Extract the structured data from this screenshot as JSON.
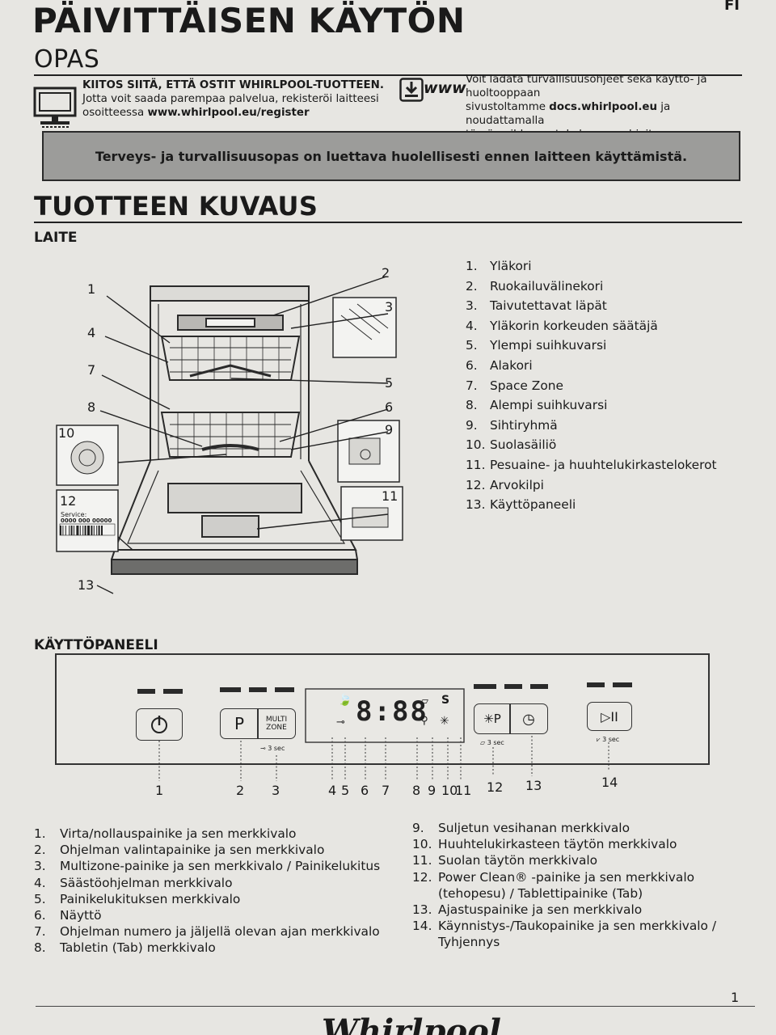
{
  "header": {
    "lang": "FI",
    "title": "PÄIVITTÄISEN KÄYTÖN",
    "subtitle": "OPAS"
  },
  "intro": {
    "thanks_line1": "KIITOS SIITÄ, ETTÄ OSTIT WHIRLPOOL-TUOTTEEN.",
    "thanks_line2": "Jotta voit saada parempaa palvelua, rekisteröi laitteesi",
    "thanks_line3_prefix": "osoitteessa ",
    "thanks_link": "www.whirlpool.eu/register",
    "www_icon_label": "www",
    "download_line1": "Voit ladata turvallisuusohjeet sekä käyttö- ja huoltooppaan",
    "download_line2_prefix": "sivustoltamme ",
    "download_link": "docs.whirlpool.eu",
    "download_line2_suffix": " ja noudattamalla",
    "download_line3": "tämän vihkosen takakannen ohjeita."
  },
  "banner": "Terveys- ja turvallisuusopas on luettava huolellisesti ennen laitteen käyttämistä.",
  "product": {
    "heading": "TUOTTEEN KUVAUS",
    "subheading": "LAITE",
    "callouts": [
      "1",
      "2",
      "3",
      "4",
      "5",
      "6",
      "7",
      "8",
      "9",
      "10",
      "11",
      "12",
      "13"
    ],
    "rating_plate_service": "Service:",
    "rating_plate_number": "0000 000 00000",
    "parts": [
      {
        "n": "1.",
        "label": "Yläkori"
      },
      {
        "n": "2.",
        "label": "Ruokailuvälinekori"
      },
      {
        "n": "3.",
        "label": "Taivutettavat läpät"
      },
      {
        "n": "4.",
        "label": "Yläkorin korkeuden säätäjä"
      },
      {
        "n": "5.",
        "label": "Ylempi suihkuvarsi"
      },
      {
        "n": "6.",
        "label": "Alakori"
      },
      {
        "n": "7.",
        "label": "Space Zone"
      },
      {
        "n": "8.",
        "label": "Alempi suihkuvarsi"
      },
      {
        "n": "9.",
        "label": "Sihtiryhmä"
      },
      {
        "n": "10.",
        "label": "Suolasäiliö"
      },
      {
        "n": "11.",
        "label": "Pesuaine- ja huuhtelukirkastelokerot"
      },
      {
        "n": "12.",
        "label": "Arvokilpi"
      },
      {
        "n": "13.",
        "label": "Käyttöpaneeli"
      }
    ]
  },
  "panel": {
    "heading": "KÄYTTÖPANEELI",
    "p_button": "P",
    "multizone_line1": "MULTI",
    "multizone_line2": "ZONE",
    "lock_hint": "3 sec",
    "display_digits": "8:88",
    "tab_hint": "3 sec",
    "drain_hint": "3 sec",
    "numbers": [
      "1",
      "2",
      "3",
      "4",
      "5",
      "6",
      "7",
      "8",
      "9",
      "10",
      "11",
      "12",
      "13",
      "14"
    ],
    "legend_left": [
      {
        "n": "1.",
        "label": "Virta/nollauspainike ja sen merkkivalo"
      },
      {
        "n": "2.",
        "label": "Ohjelman valintapainike ja sen merkkivalo"
      },
      {
        "n": "3.",
        "label": "Multizone-painike ja sen merkkivalo / Painikelukitus"
      },
      {
        "n": "4.",
        "label": "Säästöohjelman merkkivalo"
      },
      {
        "n": "5.",
        "label": "Painikelukituksen merkkivalo"
      },
      {
        "n": "6.",
        "label": "Näyttö"
      },
      {
        "n": "7.",
        "label": "Ohjelman numero ja jäljellä olevan ajan merkkivalo"
      },
      {
        "n": "8.",
        "label": "Tabletin (Tab) merkkivalo"
      }
    ],
    "legend_right": [
      {
        "n": "9.",
        "label": "Suljetun vesihanan merkkivalo"
      },
      {
        "n": "10.",
        "label": "Huuhtelukirkasteen täytön merkkivalo"
      },
      {
        "n": "11.",
        "label": "Suolan täytön merkkivalo"
      },
      {
        "n": "12.",
        "label": "Power Clean® -painike ja sen merkkivalo (tehopesu) / Tablettipainike (Tab)"
      },
      {
        "n": "13.",
        "label": "Ajastuspainike ja sen merkkivalo"
      },
      {
        "n": "14.",
        "label": "Käynnistys-/Taukopainike ja sen merkkivalo / Tyhjennys"
      }
    ]
  },
  "footer": {
    "page": "1",
    "brand": "Whirlpool"
  }
}
